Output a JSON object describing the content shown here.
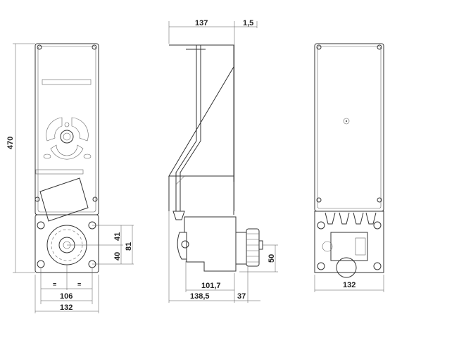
{
  "title": "Gate operator dimensional drawing",
  "views": {
    "front": {
      "height_dim": "470",
      "width_dim": "132",
      "hole_spacing_dim": "106",
      "equal_mark_left": "=",
      "equal_mark_right": "=",
      "upper_hole_dim": "41",
      "lower_hole_dim": "40",
      "hole_total_dim": "81"
    },
    "side": {
      "depth_dim": "137",
      "offset_dim": "1,5",
      "gearbox_dim": "101,7",
      "total_depth_dim": "138,5",
      "pinion_dim": "37",
      "pinion_height_dim": "50"
    },
    "rear": {
      "width_dim": "132"
    }
  }
}
